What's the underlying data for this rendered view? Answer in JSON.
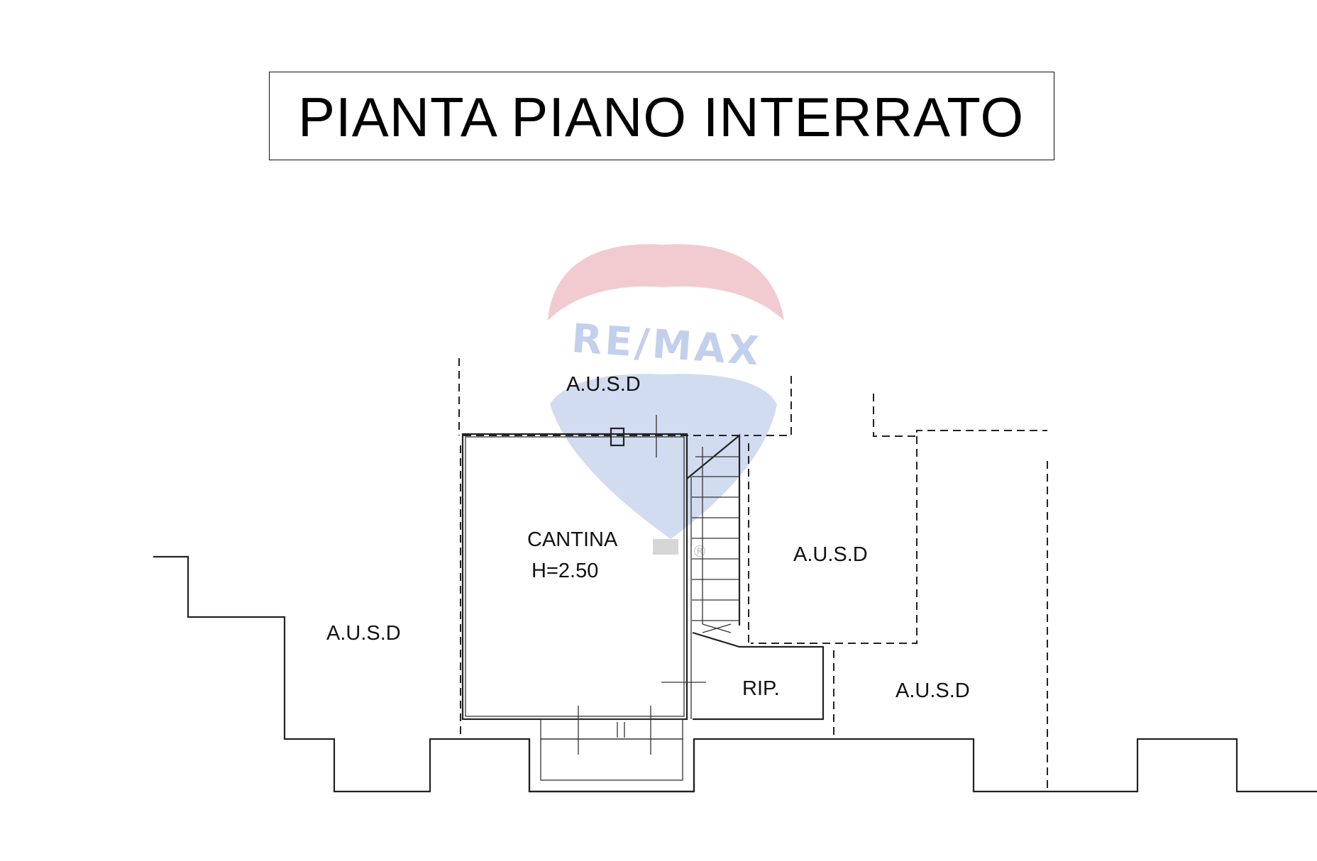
{
  "title": "PIANTA PIANO INTERRATO",
  "watermark": {
    "brand": "RE/MAX",
    "mark": "®",
    "colors": {
      "red": "#e8a3ad",
      "blue": "#a9bde3"
    }
  },
  "rooms": {
    "cantina": {
      "name": "CANTINA",
      "height": "H=2.50"
    },
    "rip": {
      "name": "RIP."
    },
    "ausd_top": "A.U.S.D",
    "ausd_left": "A.U.S.D",
    "ausd_right": "A.U.S.D",
    "ausd_bottom_right": "A.U.S.D"
  }
}
